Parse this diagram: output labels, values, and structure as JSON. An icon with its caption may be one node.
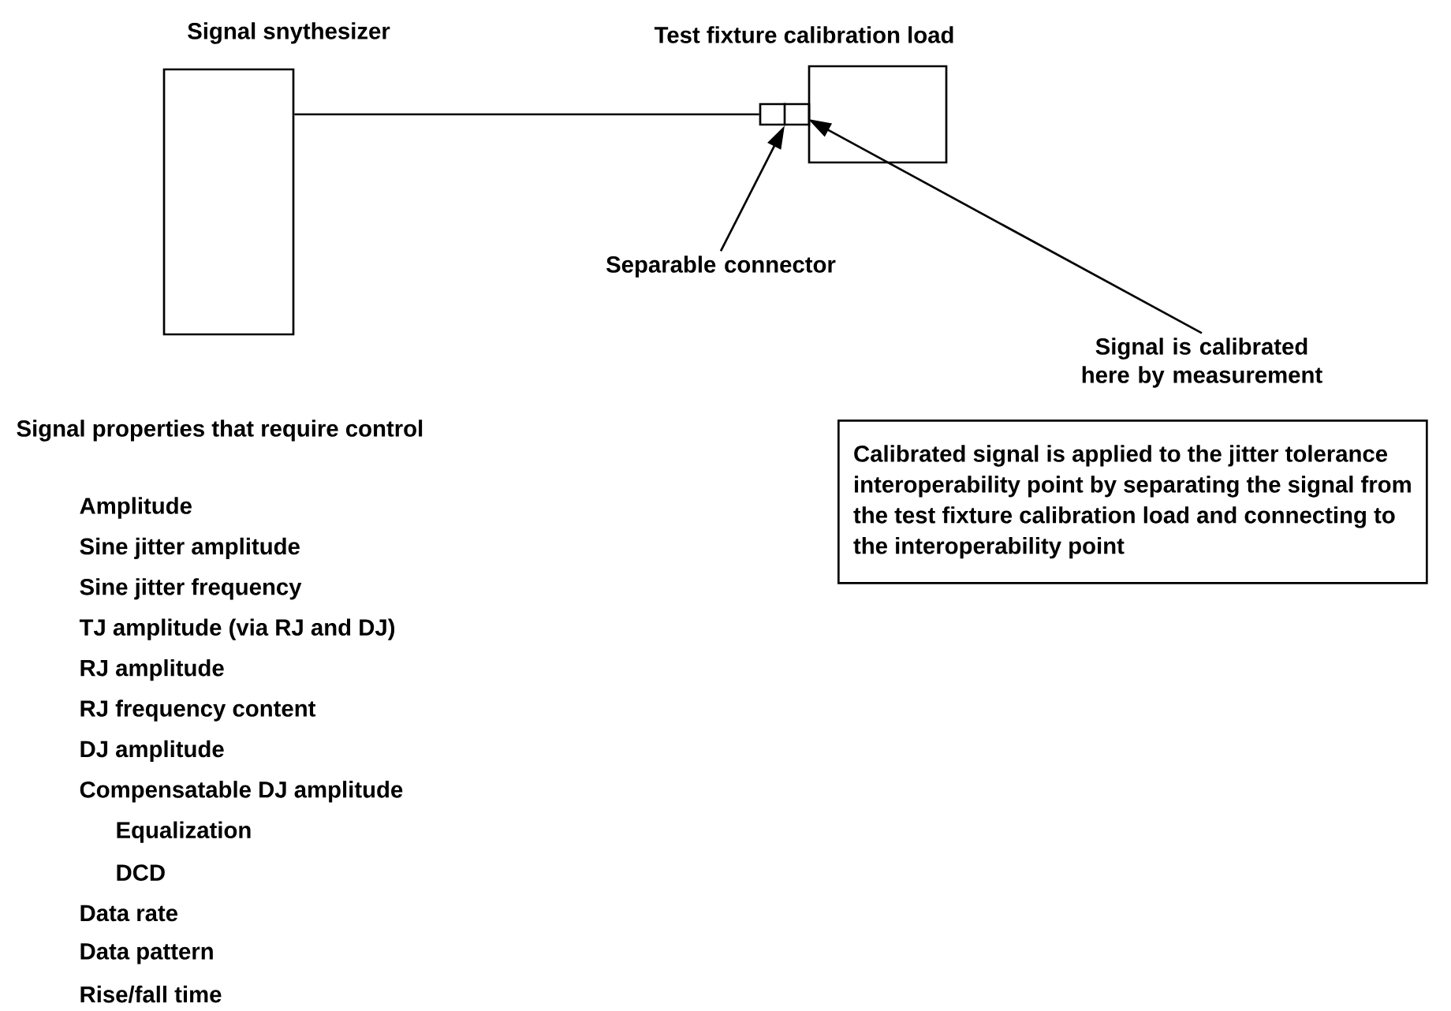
{
  "diagram": {
    "nodes": [
      {
        "text": [
          "Signal snythesizer"
        ]
      },
      {
        "text": [
          "Test fixture calibration load"
        ]
      },
      {
        "text": [],
        "shape": "box"
      },
      {
        "text": [
          "Separable connector"
        ]
      },
      {
        "text": [
          "Signal is calibrated here by measurement"
        ]
      },
      {
        "text": [
          "Calibrated signal is applied to the jitter tolerance interoperability point by separating the signal from the test fixture calibration load and connecting to the interoperability point"
        ]
      }
    ],
    "edges": [
      {
        "from": 0,
        "to": 2,
        "arrow": "none"
      },
      {
        "from": 3,
        "to": 2,
        "arrow": "to"
      },
      {
        "from": 4,
        "to": 1,
        "arrow": "to"
      }
    ],
    "labels": [
      "Signal properties that require control",
      "Amplitude",
      "Sine jitter amplitude",
      "Sine jitter frequency",
      "TJ amplitude (via RJ and DJ)",
      "RJ amplitude",
      "RJ frequency content",
      "DJ amplitude",
      "Compensatable DJ amplitude",
      "Equalization",
      "DCD",
      "Data rate",
      "Data pattern",
      "Rise/fall time"
    ]
  }
}
